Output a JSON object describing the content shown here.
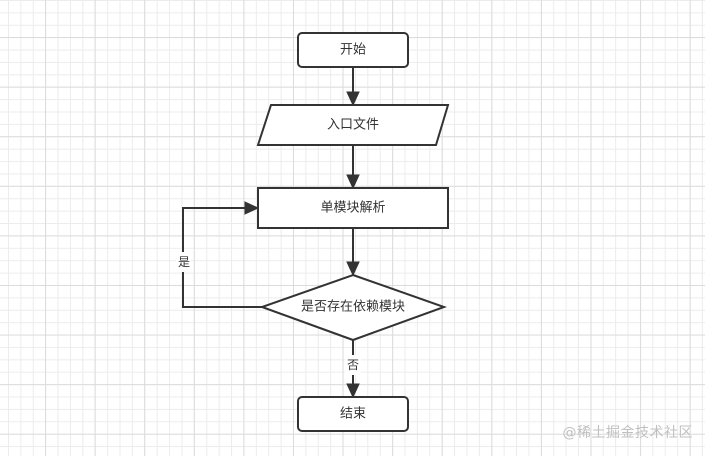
{
  "diagram": {
    "type": "flowchart",
    "nodes": {
      "start": {
        "label": "开始",
        "shape": "rounded-rectangle"
      },
      "input": {
        "label": "入口文件",
        "shape": "parallelogram"
      },
      "process": {
        "label": "单模块解析",
        "shape": "rectangle"
      },
      "decision": {
        "label": "是否存在依赖模块",
        "shape": "diamond"
      },
      "end": {
        "label": "结束",
        "shape": "rounded-rectangle"
      }
    },
    "edges": [
      {
        "from": "start",
        "to": "input",
        "label": ""
      },
      {
        "from": "input",
        "to": "process",
        "label": ""
      },
      {
        "from": "process",
        "to": "decision",
        "label": ""
      },
      {
        "from": "decision",
        "to": "process",
        "label": "是"
      },
      {
        "from": "decision",
        "to": "end",
        "label": "否"
      }
    ],
    "edge_labels": {
      "yes": "是",
      "no": "否"
    },
    "colors": {
      "stroke": "#333333",
      "fill": "#ffffff",
      "grid_minor": "#ececec",
      "grid_major": "#dcdcdc",
      "watermark": "#c0c0c0"
    }
  },
  "watermark": {
    "text": "@稀土掘金技术社区"
  }
}
